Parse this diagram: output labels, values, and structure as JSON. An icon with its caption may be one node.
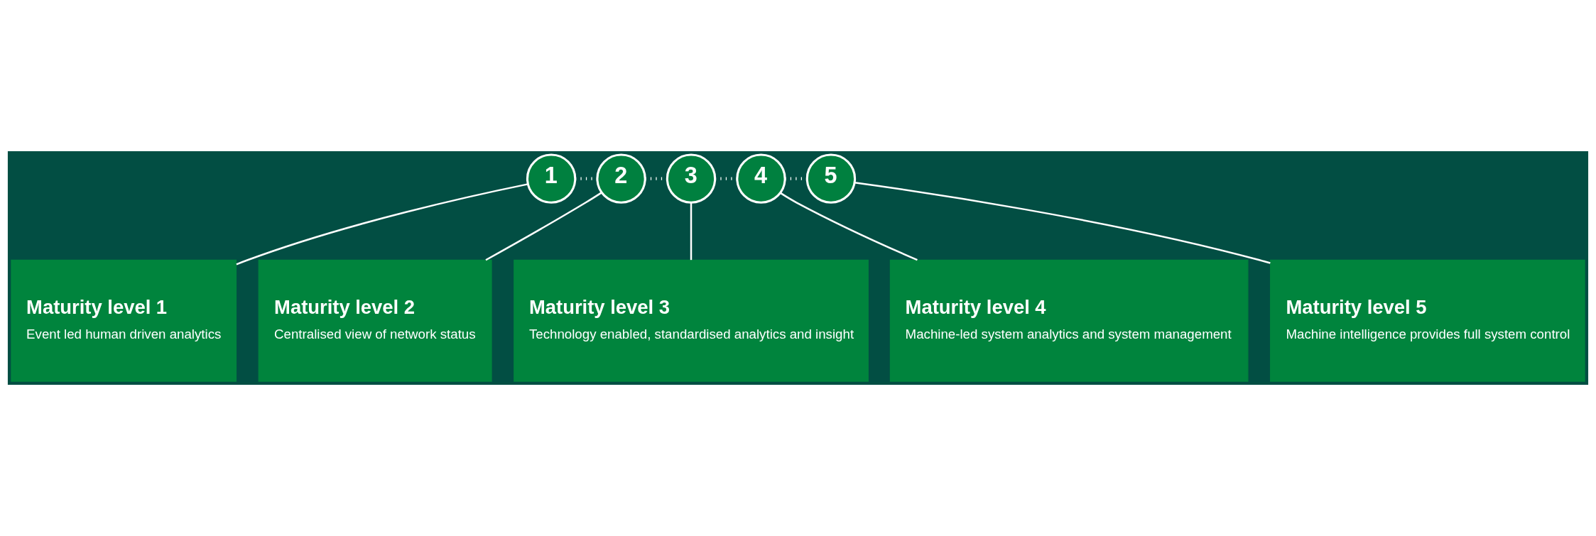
{
  "diagram": {
    "nodes": [
      {
        "text": [
          "1"
        ]
      },
      {
        "text": [
          "2"
        ]
      },
      {
        "text": [
          "3"
        ]
      },
      {
        "text": [
          "4"
        ]
      },
      {
        "text": [
          "5"
        ]
      },
      {
        "text": [
          "Maturity level 1",
          "Event led human driven analytics"
        ]
      },
      {
        "text": [
          "Maturity level 2",
          "Centralised view of network status"
        ]
      },
      {
        "text": [
          "Maturity level 3",
          "Technology enabled, standardised analytics and insight"
        ]
      },
      {
        "text": [
          "Maturity level 4",
          "Machine-led system analytics and system management"
        ]
      },
      {
        "text": [
          "Maturity level 5",
          "Machine intelligence provides full system control"
        ]
      }
    ],
    "edges": [
      {
        "from": 0,
        "to": 1,
        "arrow": "none",
        "style": "dashed"
      },
      {
        "from": 1,
        "to": 2,
        "arrow": "none",
        "style": "dashed"
      },
      {
        "from": 2,
        "to": 3,
        "arrow": "none",
        "style": "dashed"
      },
      {
        "from": 3,
        "to": 4,
        "arrow": "none",
        "style": "dashed"
      },
      {
        "from": 0,
        "to": 5,
        "arrow": "none"
      },
      {
        "from": 1,
        "to": 6,
        "arrow": "none"
      },
      {
        "from": 2,
        "to": 7,
        "arrow": "none"
      },
      {
        "from": 3,
        "to": 8,
        "arrow": "none"
      },
      {
        "from": 4,
        "to": 9,
        "arrow": "none"
      }
    ]
  }
}
